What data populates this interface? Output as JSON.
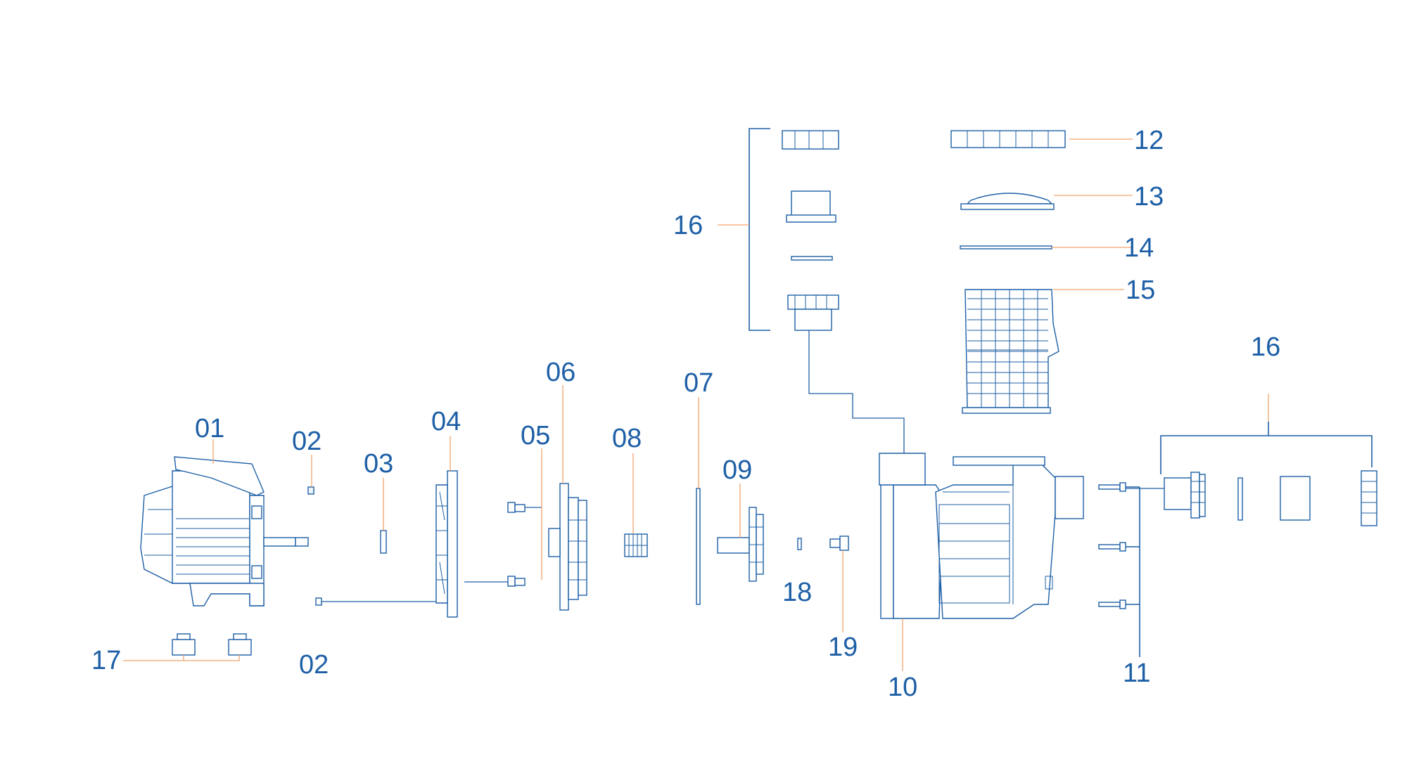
{
  "diagram": {
    "labels": {
      "p01": "01",
      "p02a": "02",
      "p02b": "02",
      "p03": "03",
      "p04": "04",
      "p05": "05",
      "p06": "06",
      "p07": "07",
      "p08": "08",
      "p09": "09",
      "p10": "10",
      "p11": "11",
      "p12": "12",
      "p13": "13",
      "p14": "14",
      "p15": "15",
      "p16a": "16",
      "p16b": "16",
      "p17": "17",
      "p18": "18",
      "p19": "19"
    },
    "colors": {
      "line": "#1d5fa6",
      "leader": "#f2a36c",
      "background": "#ffffff"
    }
  }
}
